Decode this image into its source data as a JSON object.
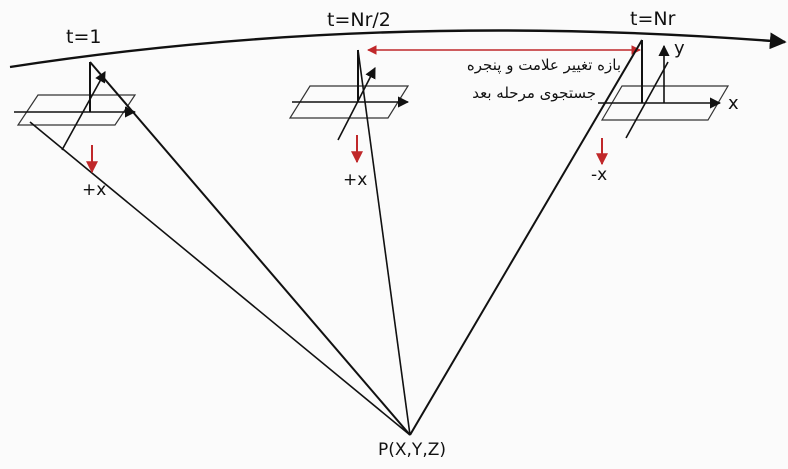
{
  "labels": {
    "t_first": "t=1",
    "t_middle": "t=Nr/2",
    "t_last": "t=Nr",
    "sign_first": "+x",
    "sign_middle": "+x",
    "sign_last": "-x",
    "axis_x": "x",
    "axis_y": "y",
    "target_point": "P(X,Y,Z)",
    "interval_line1": "بازه تغییر علامت و پنجره",
    "interval_line2": "جستجوی مرحله بعد"
  },
  "colors": {
    "line": "#111111",
    "accent_red": "#c0282a",
    "background": "#fbfbfb"
  }
}
